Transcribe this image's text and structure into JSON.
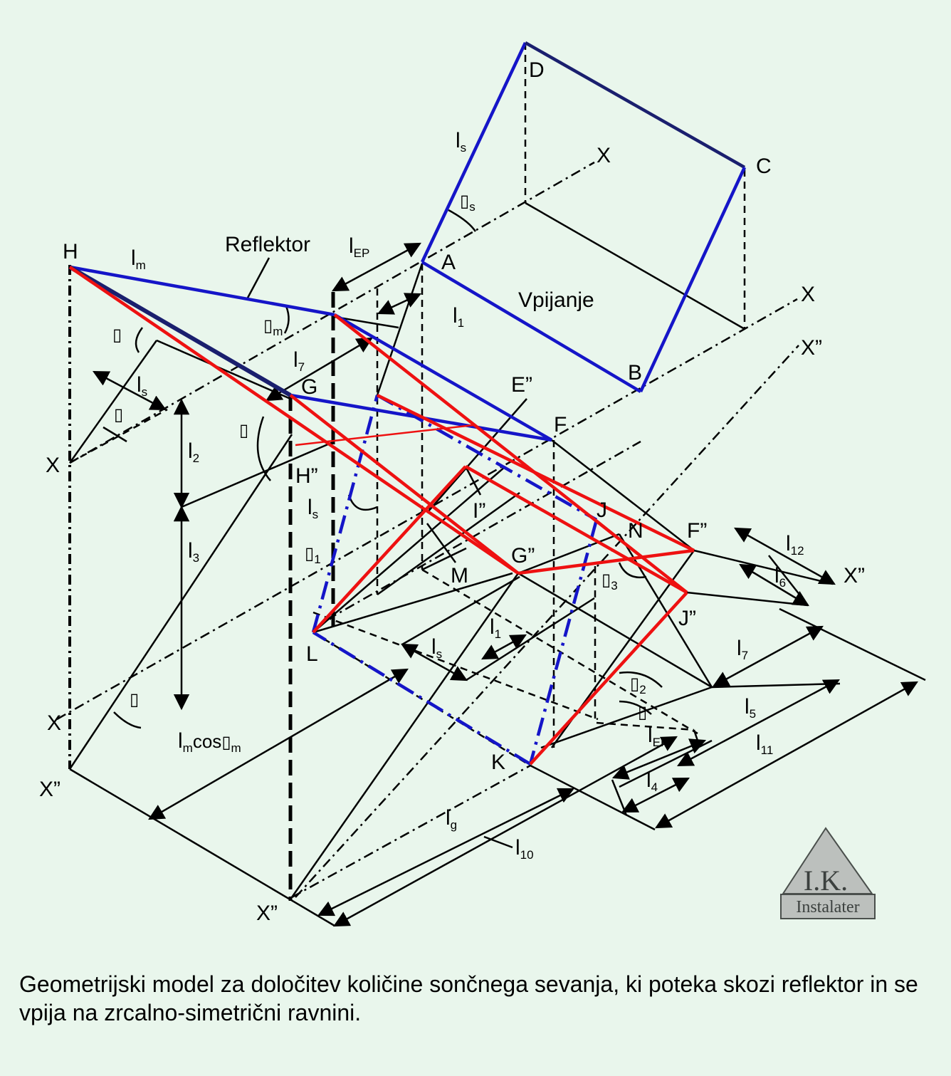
{
  "caption": "Geometrijski model za določitev količine sončnega sevanja, ki poteka skozi reflektor in se vpija na zrcalno-simetrični ravnini.",
  "logo": {
    "initials": "I.K.",
    "name": "Instalater"
  },
  "points": {
    "A": "A",
    "B": "B",
    "C": "C",
    "D": "D",
    "E2": "E”",
    "F": "F",
    "F2": "F”",
    "G": "G",
    "G2": "G”",
    "H": "H",
    "H2": "H”",
    "I2": "I”",
    "J": "J",
    "J2": "J”",
    "K": "K",
    "L": "L",
    "M": "M",
    "N": "N"
  },
  "axes": {
    "x_top": "X",
    "x_right": "X",
    "x2_right": "X”",
    "x2_far": "X”",
    "x_left": "X",
    "x_left_low": "X",
    "x2_left": "X”",
    "x2_bottom": "X”"
  },
  "words": {
    "reflector": "Reflektor",
    "absorption": "Vpijanje"
  },
  "lengths": {
    "ls": "l",
    "ls_sub": "s",
    "lm": "l",
    "lm_sub": "m",
    "lep": "l",
    "lep_sub": "EP",
    "l1": "l",
    "l1_sub": "1",
    "l2": "l",
    "l2_sub": "2",
    "l3": "l",
    "l3_sub": "3",
    "l4": "l",
    "l4_sub": "4",
    "l5": "l",
    "l5_sub": "5",
    "l6": "l",
    "l6_sub": "6",
    "l7": "l",
    "l7_sub": "7",
    "lg": "l",
    "lg_sub": "g",
    "l10": "l",
    "l10_sub": "10",
    "l11": "l",
    "l11_sub": "11",
    "l12": "l",
    "l12_sub": "12",
    "lmcos_a": "l",
    "lmcos_a_sub": "m",
    "lmcos_b": "cos",
    "lmcos_c_sub": "m"
  },
  "angles": {
    "glyph": "▯",
    "s_sub": "s",
    "m_sub": "m",
    "one_sub": "1",
    "two_sub": "2",
    "three_sub": "3"
  },
  "colors": {
    "background": "#e9f6ec",
    "blue": "#1515c8",
    "navy": "#1a1f6e",
    "red": "#ee1111",
    "ink": "#000000",
    "logo_fill": "#bcc0bd",
    "logo_edge": "#4a4f4c"
  }
}
